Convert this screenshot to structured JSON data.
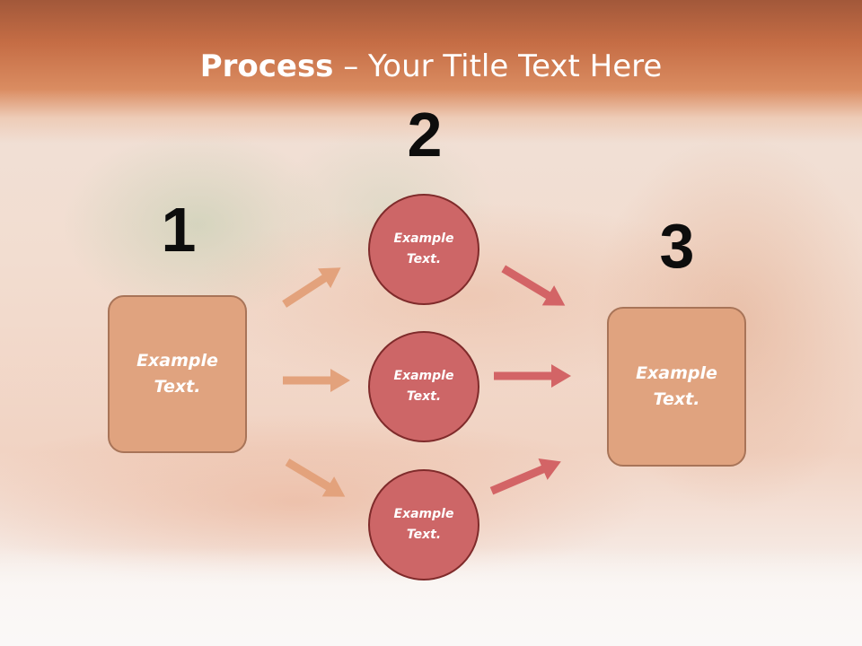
{
  "title": {
    "bold": "Process",
    "rest": " – Your Title Text Here"
  },
  "steps": {
    "one": "1",
    "two": "2",
    "three": "3"
  },
  "left_box": {
    "text": "Example\nText."
  },
  "right_box": {
    "text": "Example\nText."
  },
  "circles": [
    {
      "text": "Example\nText."
    },
    {
      "text": "Example\nText."
    },
    {
      "text": "Example\nText."
    }
  ],
  "colors": {
    "title_band": "#c56d45",
    "box_fill": "#e0a37f",
    "box_border": "#a87458",
    "circle_fill": "#cd6667",
    "circle_border": "#7f2b2b",
    "arrow_left": "#e3a27c",
    "arrow_right": "#d36466"
  }
}
